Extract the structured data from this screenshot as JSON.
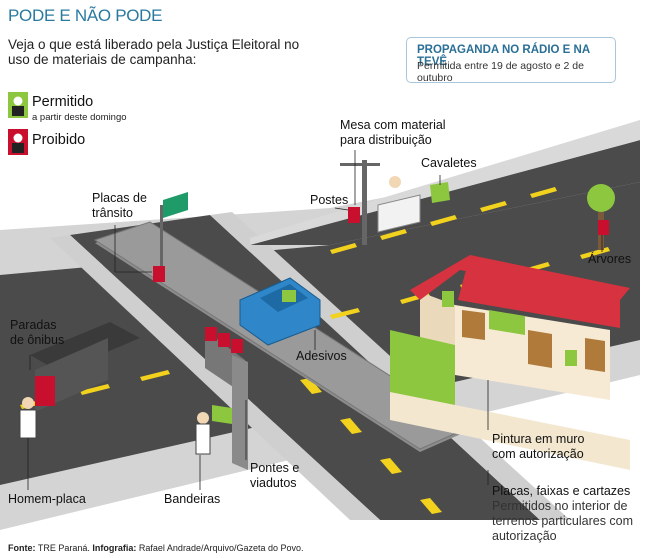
{
  "title": "PODE E NÃO PODE",
  "intro": "Veja o que está liberado pela Justiça Eleitoral no uso de materiais de campanha:",
  "box": {
    "heading": "PROPAGANDA NO RÁDIO E NA TEVÊ",
    "sub": "Permitida entre 19 de agosto e 2 de outubro"
  },
  "legend": {
    "allowed": "Permitido",
    "allowed_sub": "a partir deste domingo",
    "forbidden": "Proibido"
  },
  "labels": {
    "traffic_signs_1": "Placas de",
    "traffic_signs_2": "trânsito",
    "table_1": "Mesa com material",
    "table_2": "para distribuição",
    "easels": "Cavaletes",
    "poles": "Postes",
    "trees": "Árvores",
    "bus_stops_1": "Paradas",
    "bus_stops_2": "de ônibus",
    "stickers": "Adesivos",
    "bridges_1": "Pontes e",
    "bridges_2": "viadutos",
    "wall_1": "Pintura em muro",
    "wall_2": "com autorização",
    "signs_title": "Placas, faixas e cartazes",
    "signs_sub_1": "Permitidos no interior de",
    "signs_sub_2": "terrenos particulares com",
    "signs_sub_3": "autorização",
    "sandwich": "Homem-placa",
    "flags": "Bandeiras"
  },
  "source": {
    "prefix": "Fonte:",
    "source_text": "TRE Paraná.",
    "infographic_label": "Infografia:",
    "credit": "Rafael Andrade/Arquivo/Gazeta do Povo."
  },
  "colors": {
    "allowed": "#8dc63f",
    "forbidden": "#c8102e",
    "road": "#4a4a4a",
    "sidewalk": "#d9d9d9",
    "lane": "#f2d21c",
    "car": "#2f86c8",
    "roof": "#d6323f",
    "accent": "#2a7aa0"
  }
}
